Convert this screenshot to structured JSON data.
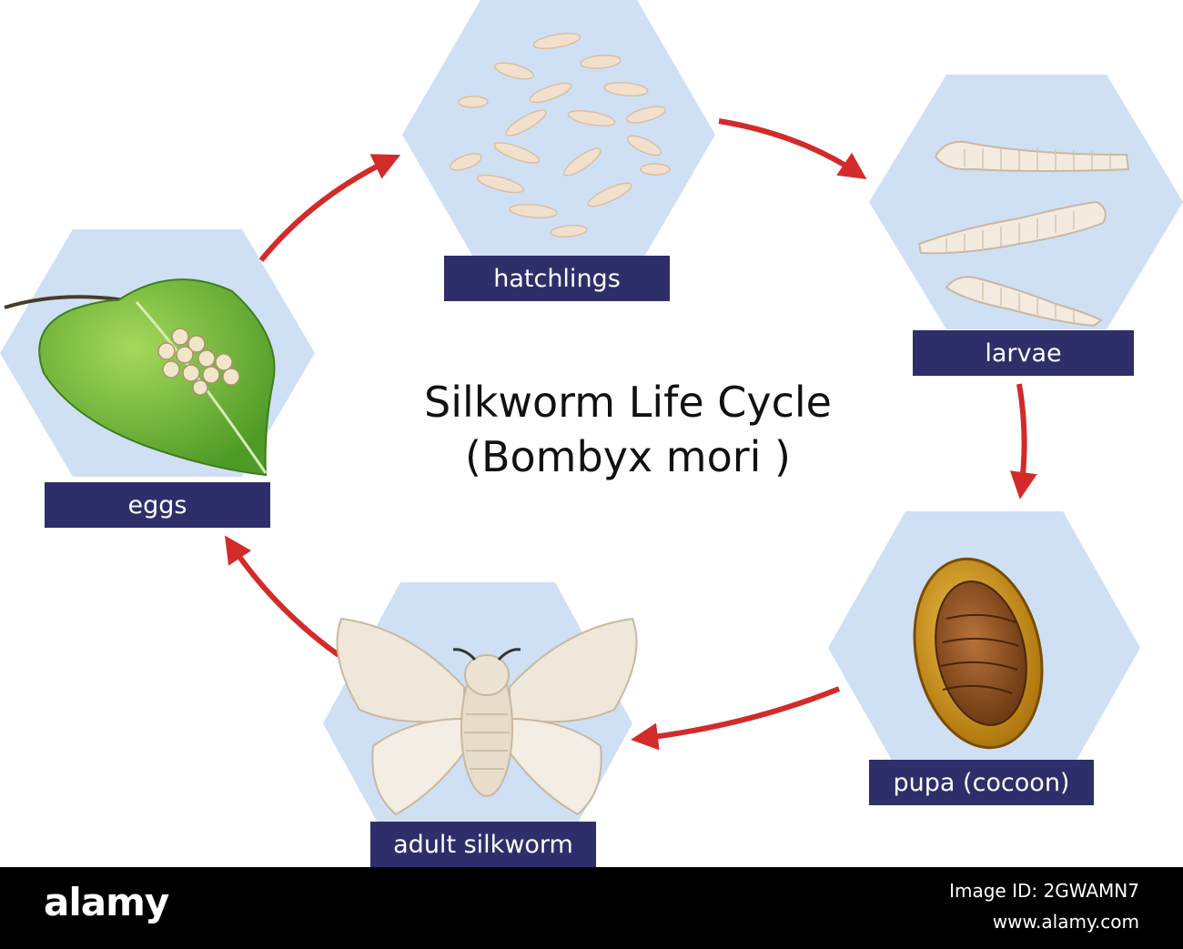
{
  "title": {
    "line1": "Silkworm Life Cycle",
    "line2": "(Bombyx mori )"
  },
  "stages": {
    "hatchlings": "hatchlings",
    "larvae": "larvae",
    "pupa": "pupa (cocoon)",
    "adult": "adult silkworm",
    "eggs": "eggs"
  },
  "colors": {
    "hexagon": "#cfe0f5",
    "label_bg": "#2e2e6b",
    "arrow": "#d32a2a",
    "leaf": "#7cc242",
    "cocoon": "#c58b12"
  },
  "watermark": {
    "logo": "alamy",
    "image_id": "Image ID: 2GWAMN7",
    "url": "www.alamy.com"
  }
}
